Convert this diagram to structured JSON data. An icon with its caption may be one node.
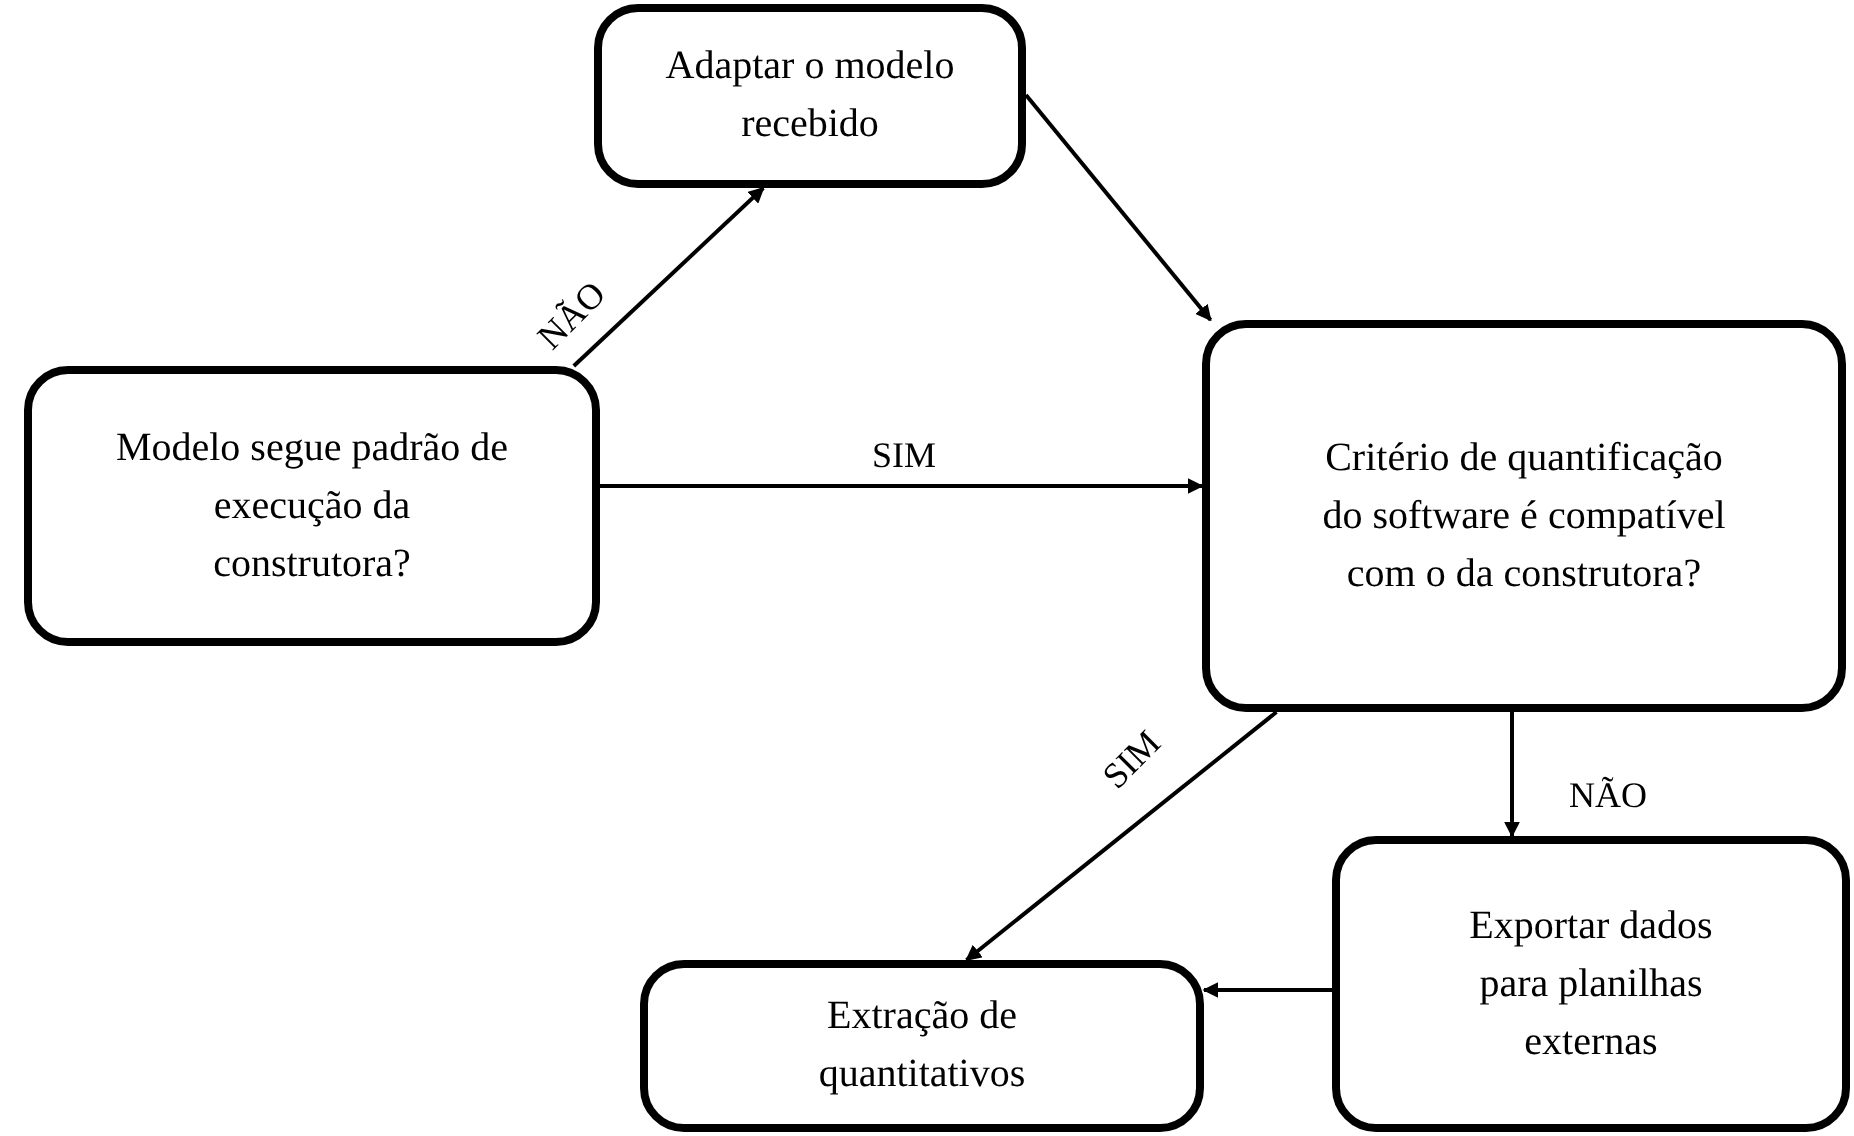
{
  "diagram": {
    "nodes": [
      {
        "text": [
          "Modelo segue padrão de execução da construtora?"
        ]
      },
      {
        "text": [
          "Adaptar o modelo recebido"
        ]
      },
      {
        "text": [
          "Critério de quantificação do software é compatível com o da construtora?"
        ]
      },
      {
        "text": [
          "Extração de quantitativos"
        ]
      },
      {
        "text": [
          "Exportar dados para planilhas externas"
        ]
      }
    ],
    "edges": [
      {
        "from": 0,
        "to": 1,
        "arrow": "to",
        "label": "NÃO"
      },
      {
        "from": 1,
        "to": 2,
        "arrow": "to"
      },
      {
        "from": 0,
        "to": 2,
        "arrow": "to",
        "label": "SIM"
      },
      {
        "from": 2,
        "to": 3,
        "arrow": "to",
        "label": "SIM"
      },
      {
        "from": 2,
        "to": 4,
        "arrow": "to",
        "label": "NÃO"
      },
      {
        "from": 4,
        "to": 3,
        "arrow": "to"
      }
    ]
  }
}
